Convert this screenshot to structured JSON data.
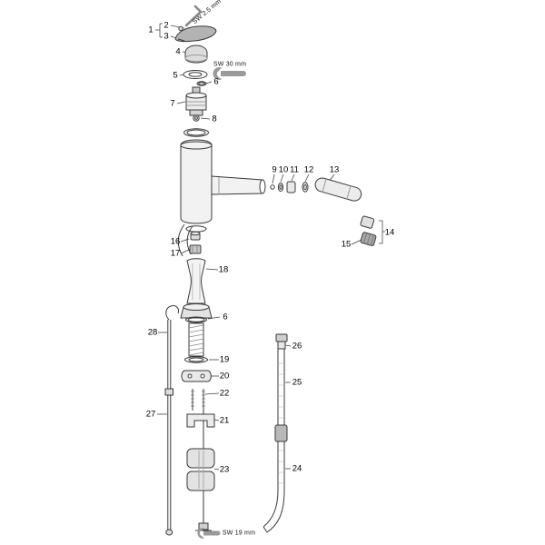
{
  "diagram": {
    "tools": {
      "allen_key": "SW 2.5 mm",
      "wrench_upper": "SW 30 mm",
      "wrench_lower": "SW 19 mm"
    },
    "labels": {
      "n1": "1",
      "n2": "2",
      "n3": "3",
      "n4": "4",
      "n5": "5",
      "n6_upper": "6",
      "n7": "7",
      "n8": "8",
      "n9": "9",
      "n10": "10",
      "n11": "11",
      "n12": "12",
      "n13": "13",
      "n14": "14",
      "n15": "15",
      "n16": "16",
      "n17": "17",
      "n18": "18",
      "n6_lower": "6",
      "n19": "19",
      "n20": "20",
      "n21": "21",
      "n22": "22",
      "n23": "23",
      "n24": "24",
      "n25": "25",
      "n26": "26",
      "n27": "27",
      "n28": "28"
    }
  }
}
